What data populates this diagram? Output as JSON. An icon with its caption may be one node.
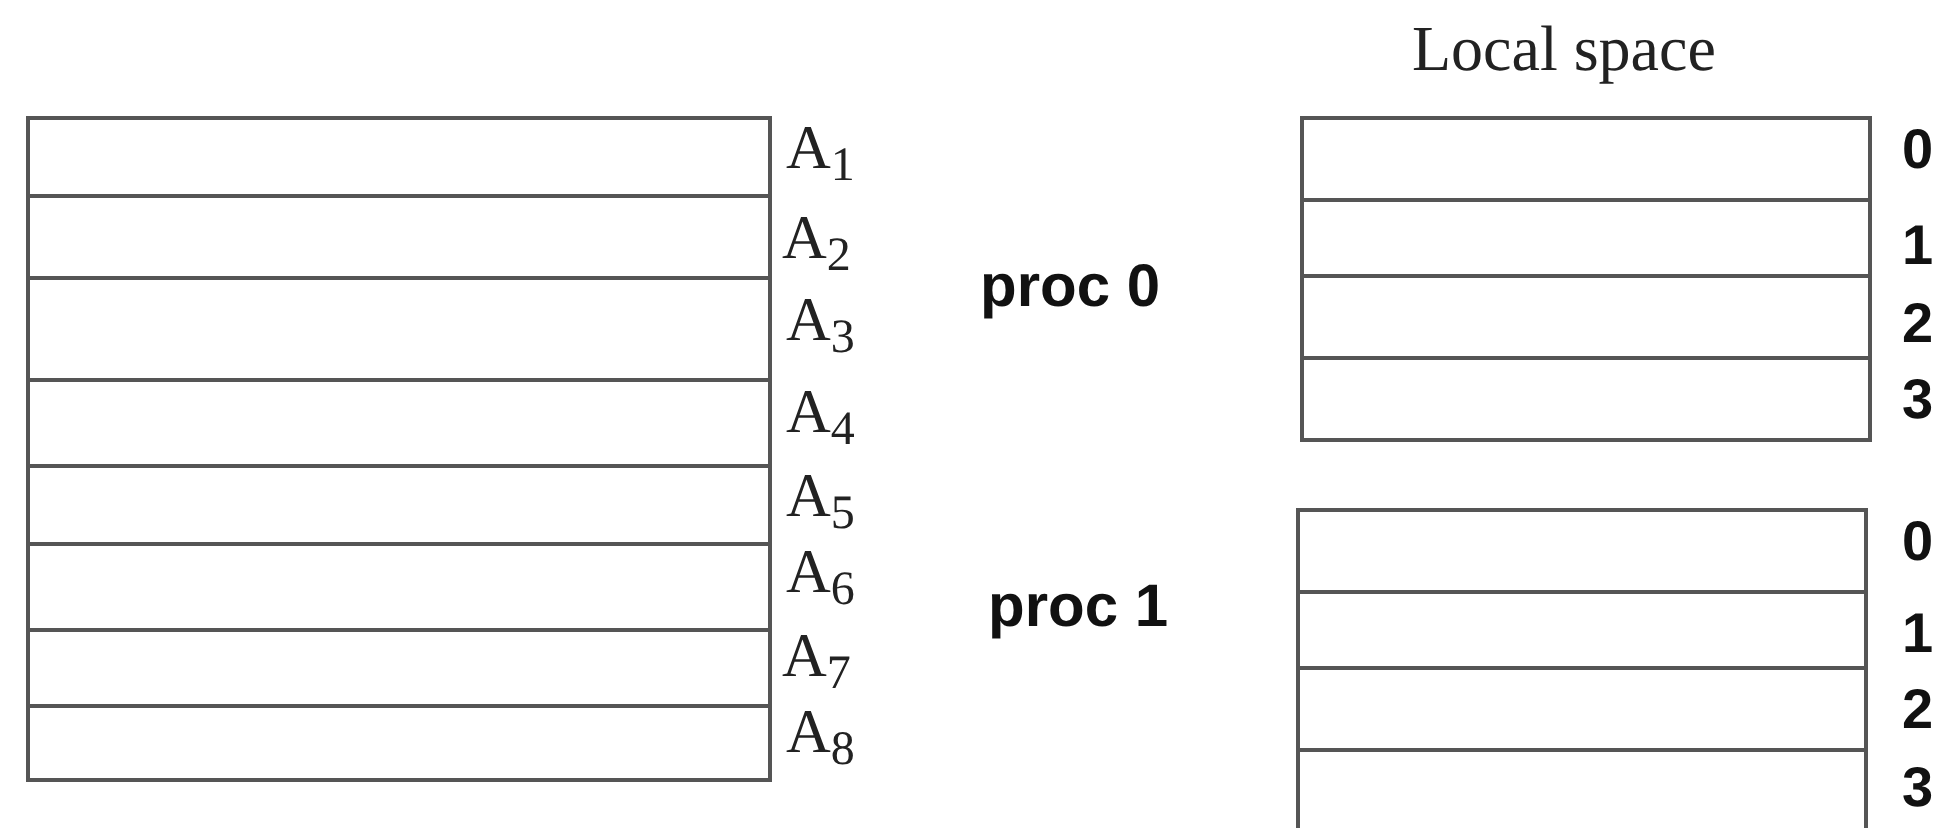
{
  "diagram": {
    "nodes": [
      {
        "text": [],
        "shape": "box"
      },
      {
        "text": [],
        "shape": "box",
        "in": 0,
        "beside": [
          "A$_{1}$"
        ]
      },
      {
        "text": [],
        "shape": "box",
        "in": 0,
        "beside": [
          "A$_{2}$"
        ]
      },
      {
        "text": [],
        "shape": "box",
        "in": 0,
        "beside": [
          "A$_{3}$"
        ]
      },
      {
        "text": [],
        "shape": "box",
        "in": 0,
        "beside": [
          "A$_{4}$"
        ]
      },
      {
        "text": [],
        "shape": "box",
        "in": 0,
        "beside": [
          "A$_{5}$"
        ]
      },
      {
        "text": [],
        "shape": "box",
        "in": 0,
        "beside": [
          "A$_{6}$"
        ]
      },
      {
        "text": [],
        "shape": "box",
        "in": 0,
        "beside": [
          "A$_{7}$"
        ]
      },
      {
        "text": [],
        "shape": "box",
        "in": 0,
        "beside": [
          "A$_{8}$"
        ]
      },
      {
        "text": [],
        "shape": "box"
      },
      {
        "text": [],
        "shape": "box",
        "in": 9,
        "beside": [
          "0"
        ]
      },
      {
        "text": [],
        "shape": "box",
        "in": 9,
        "beside": [
          "1"
        ]
      },
      {
        "text": [],
        "shape": "box",
        "in": 9,
        "beside": [
          "2"
        ]
      },
      {
        "text": [],
        "shape": "box",
        "in": 9,
        "beside": [
          "3"
        ]
      },
      {
        "text": [],
        "shape": "box"
      },
      {
        "text": [],
        "shape": "box",
        "in": 14,
        "beside": [
          "0"
        ]
      },
      {
        "text": [],
        "shape": "box",
        "in": 14,
        "beside": [
          "1"
        ]
      },
      {
        "text": [],
        "shape": "box",
        "in": 14,
        "beside": [
          "2"
        ]
      },
      {
        "text": [],
        "shape": "box",
        "in": 14,
        "beside": [
          "3"
        ]
      }
    ],
    "edges": [],
    "labels": [
      "Local space",
      "proc 0",
      "proc 1"
    ]
  }
}
